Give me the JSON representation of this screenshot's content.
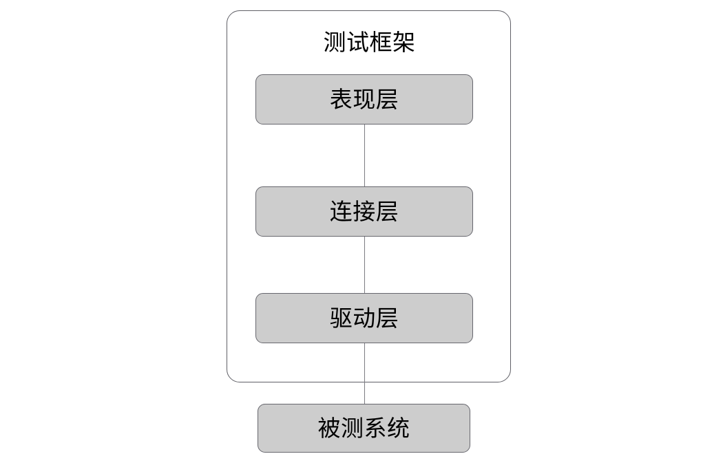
{
  "diagram": {
    "title": "测试框架",
    "background_color": "#ffffff",
    "container": {
      "label": "测试框架",
      "fill": "#ffffff",
      "stroke": "#5f5f66"
    },
    "node_style": {
      "fill": "#cdcdcd",
      "stroke": "#66666d",
      "text_color": "#000000"
    },
    "connector_color": "#7b7b82",
    "nodes": [
      {
        "id": "presentation",
        "label": "表现层",
        "inside_container": true
      },
      {
        "id": "connection",
        "label": "连接层",
        "inside_container": true
      },
      {
        "id": "driver",
        "label": "驱动层",
        "inside_container": true
      },
      {
        "id": "sut",
        "label": "被测系统",
        "inside_container": false
      }
    ],
    "edges": [
      {
        "from": "presentation",
        "to": "connection"
      },
      {
        "from": "connection",
        "to": "driver"
      },
      {
        "from": "driver",
        "to": "sut"
      }
    ]
  }
}
